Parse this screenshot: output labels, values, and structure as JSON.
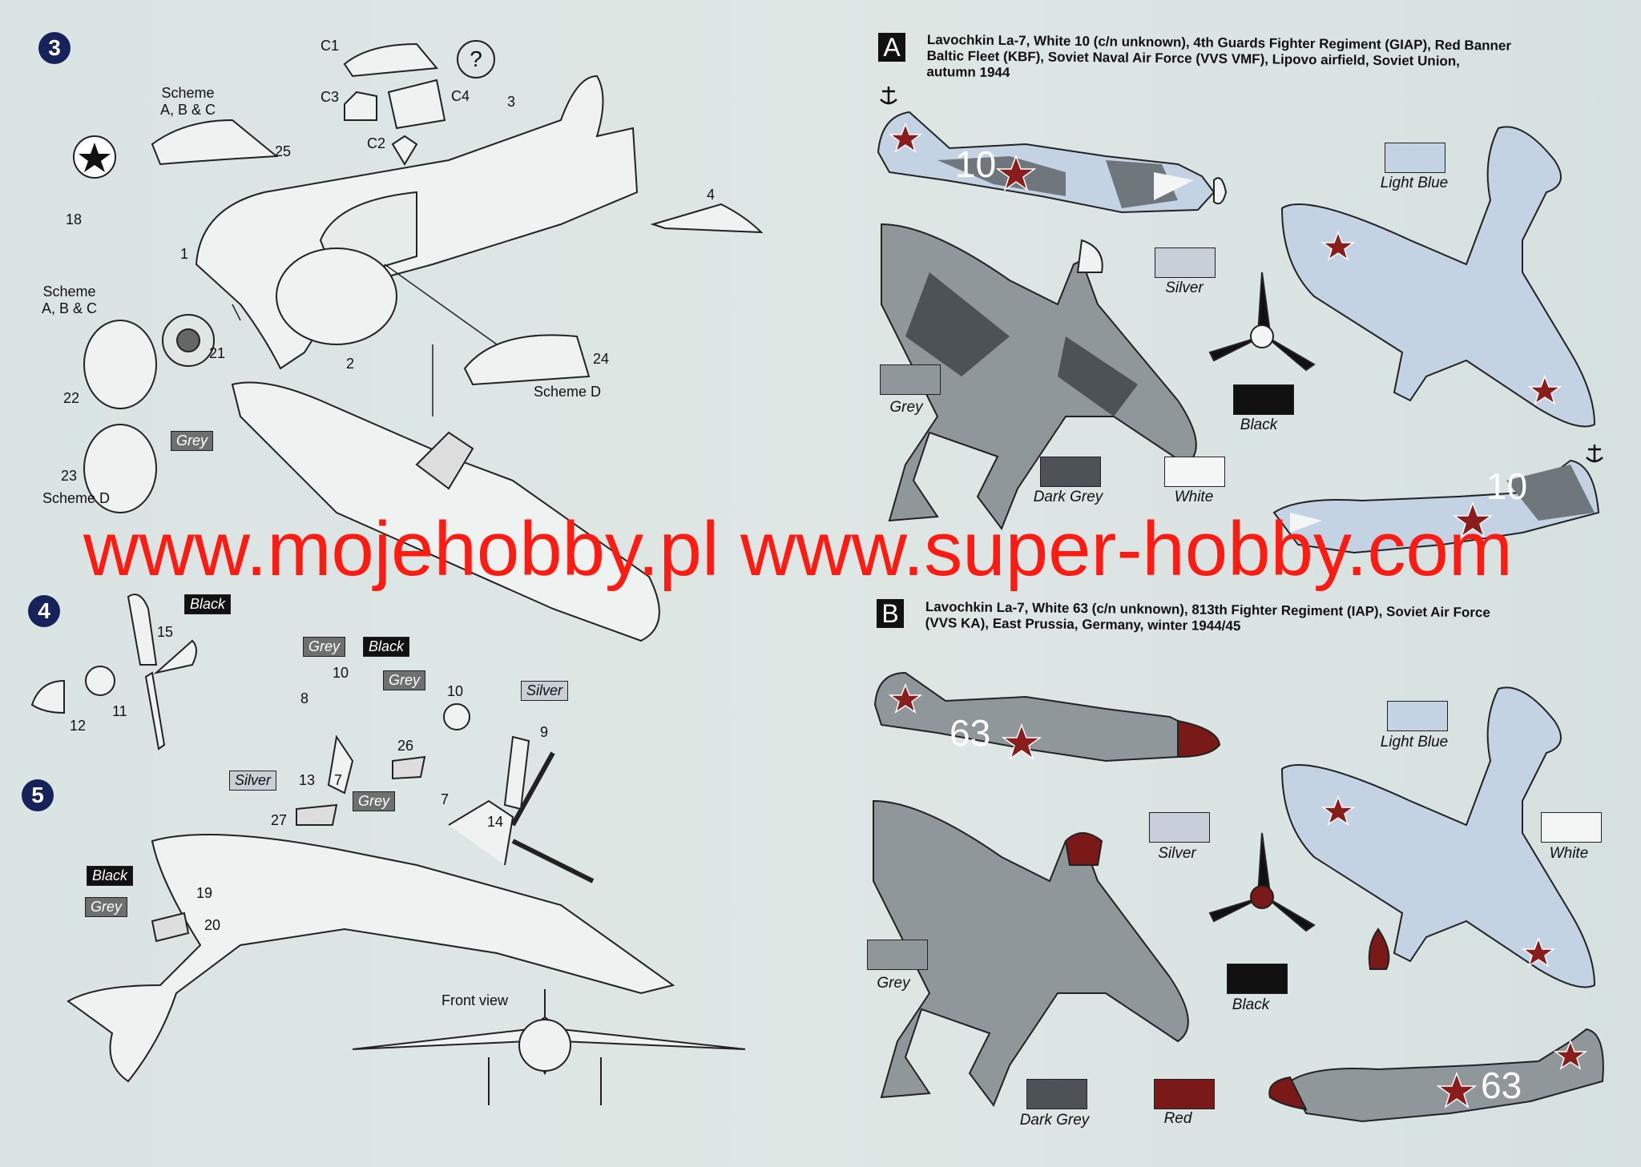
{
  "steps": {
    "s3": "3",
    "s4": "4",
    "s5": "5"
  },
  "step3": {
    "parts": {
      "c1": "C1",
      "c2": "C2",
      "c3": "C3",
      "c4": "C4",
      "p3": "3",
      "p25": "25",
      "p18": "18",
      "p4": "4",
      "p1": "1",
      "p21": "21",
      "p2": "2",
      "p24": "24",
      "p22": "22",
      "p23": "23"
    },
    "question": "?",
    "scheme_abc_top": [
      "Scheme",
      "A, B & C"
    ],
    "scheme_abc_left": [
      "Scheme",
      "A, B & C"
    ],
    "scheme_d_right": "Scheme D",
    "scheme_d_left": "Scheme D",
    "tag_grey": "Grey"
  },
  "step4": {
    "tag_black": "Black",
    "parts": {
      "p15": "15",
      "p12": "12",
      "p11": "11"
    }
  },
  "step5": {
    "tags": {
      "grey1": "Grey",
      "black1": "Black",
      "grey2": "Grey",
      "silver1": "Silver",
      "silver2": "Silver",
      "grey3": "Grey",
      "black2": "Black",
      "grey4": "Grey"
    },
    "parts": {
      "p8": "8",
      "p10a": "10",
      "p10b": "10",
      "p9": "9",
      "p26": "26",
      "p13": "13",
      "p7a": "7",
      "p7b": "7",
      "p14": "14",
      "p27": "27",
      "p19": "19",
      "p20": "20"
    },
    "front_view": "Front view"
  },
  "watermark": "www.mojehobby.pl www.super-hobby.com",
  "scheme_a": {
    "letter": "A",
    "description": [
      "Lavochkin La-7, White 10 (c/n unknown), 4th Guards Fighter Regiment (GIAP), Red Banner",
      "Baltic Fleet (KBF), Soviet Naval Air Force (VVS VMF), Lipovo airfield, Soviet Union,",
      "autumn 1944"
    ],
    "code": "10",
    "colors": [
      {
        "name": "Light Blue",
        "hex": "#c3d3e3"
      },
      {
        "name": "Silver",
        "hex": "#c9cfd8"
      },
      {
        "name": "Grey",
        "hex": "#8f979b"
      },
      {
        "name": "Black",
        "hex": "#111111"
      },
      {
        "name": "Dark Grey",
        "hex": "#4c5256"
      },
      {
        "name": "White",
        "hex": "#f4f6f6"
      }
    ]
  },
  "scheme_b": {
    "letter": "B",
    "description": [
      "Lavochkin La-7, White 63 (c/n unknown), 813th Fighter Regiment (IAP), Soviet Air Force",
      "(VVS KA), East Prussia, Germany, winter 1944/45"
    ],
    "code": "63",
    "colors": [
      {
        "name": "Light Blue",
        "hex": "#c3d3e3"
      },
      {
        "name": "Silver",
        "hex": "#c9cfd8"
      },
      {
        "name": "White",
        "hex": "#f4f6f6"
      },
      {
        "name": "Grey",
        "hex": "#8f979b"
      },
      {
        "name": "Black",
        "hex": "#111111"
      },
      {
        "name": "Dark Grey",
        "hex": "#4c5256"
      },
      {
        "name": "Red",
        "hex": "#7a1a18"
      }
    ]
  }
}
